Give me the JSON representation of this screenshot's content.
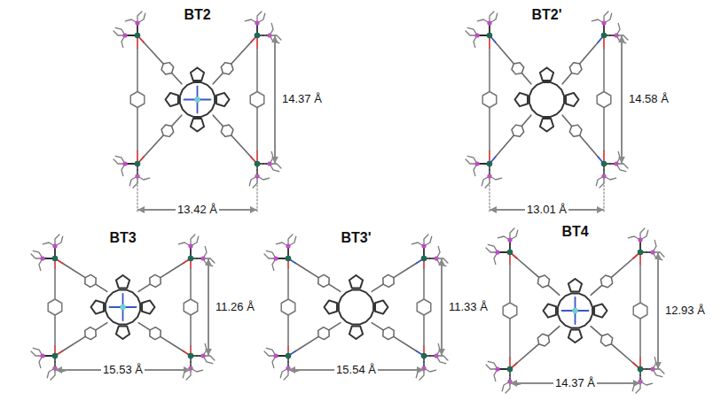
{
  "diagram": {
    "labels": [
      "BT2",
      "14.37 Å",
      "13.42 Å",
      "BT2'",
      "14.58 Å",
      "13.01 Å",
      "BT3",
      "11.26 Å",
      "15.53 Å",
      "BT3'",
      "11.33 Å",
      "15.54 Å",
      "BT4",
      "12.93 Å",
      "14.37 Å"
    ]
  }
}
